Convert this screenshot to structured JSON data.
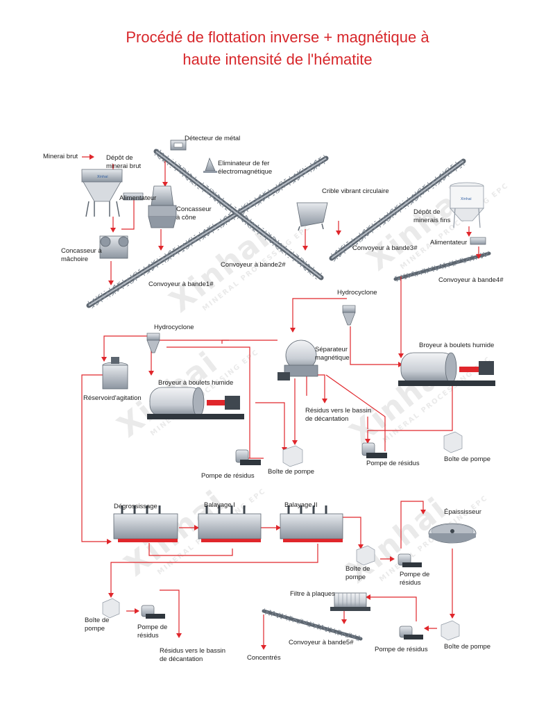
{
  "title": {
    "line1": "Procédé de flottation inverse + magnétique à",
    "line2": "haute intensité de l'hématite"
  },
  "colors": {
    "title": "#d7262a",
    "flow_line": "#e0262b",
    "equipment": "#8f98a3",
    "text": "#1a1a1a"
  },
  "watermark": {
    "brand": "Xinhai",
    "tagline": "MINERAL PROCESSING EPC"
  },
  "labels": {
    "minerai_brut": "Minerai brut",
    "depot_minerai_brut_1": "Dépôt de",
    "depot_minerai_brut_2": "minerai brut",
    "detecteur_metal": "Détecteur de métal",
    "eliminateur_1": "Eliminateur de fer",
    "eliminateur_2": "électromagnétique",
    "alimentateur_1": "Alimentateur",
    "concasseur_cone_1": "Concasseur",
    "concasseur_cone_2": "à cône",
    "concasseur_machoire_1": "Concasseur à",
    "concasseur_machoire_2": "mâchoire",
    "convoyeur_1": "Convoyeur à bande1#",
    "convoyeur_2": "Convoyeur à bande2#",
    "crible": "Crible vibrant circulaire",
    "convoyeur_3": "Convoyeur à bande3#",
    "depot_minerais_fins_1": "Dépôt de",
    "depot_minerais_fins_2": "minerais fins",
    "alimentateur_2": "Alimentateur",
    "convoyeur_4": "Convoyeur à bande4#",
    "hydrocyclone_1": "Hydrocyclone",
    "hydrocyclone_2": "Hydrocyclone",
    "separateur_1": "Séparateur",
    "separateur_2": "magnétique",
    "broyeur_1": "Broyeur à boulets humide",
    "broyeur_2": "Broyeur à boulets humide",
    "reservoir": "Réservoird'agitation",
    "residus_bassin_1a": "Résidus vers le bassin",
    "residus_bassin_1b": "de décantation",
    "pompe_residus_1": "Pompe de résidus",
    "boite_pompe_1": "Boîte de pompe",
    "pompe_residus_2": "Pompe de résidus",
    "boite_pompe_2": "Boîte de pompe",
    "degrossissage": "Dégrossissage",
    "balayage_1": "Balayage I",
    "balayage_2": "Balayage II",
    "epaississeur": "Épaississeur",
    "boite_pompe_3a": "Boîte de",
    "boite_pompe_3b": "pompe",
    "pompe_residus_3a": "Pompe de",
    "pompe_residus_3b": "résidus",
    "boite_pompe_4a": "Boîte de",
    "boite_pompe_4b": "pompe",
    "pompe_residus_4a": "Pompe de",
    "pompe_residus_4b": "résidus",
    "residus_bassin_2a": "Résidus vers le bassin",
    "residus_bassin_2b": "de décantation",
    "filtre": "Filtre à plaques",
    "convoyeur_5": "Convoyeur à bande5#",
    "pompe_residus_5": "Pompe de résidus",
    "boite_pompe_5": "Boîte de pompe",
    "concentres": "Concentrés"
  }
}
